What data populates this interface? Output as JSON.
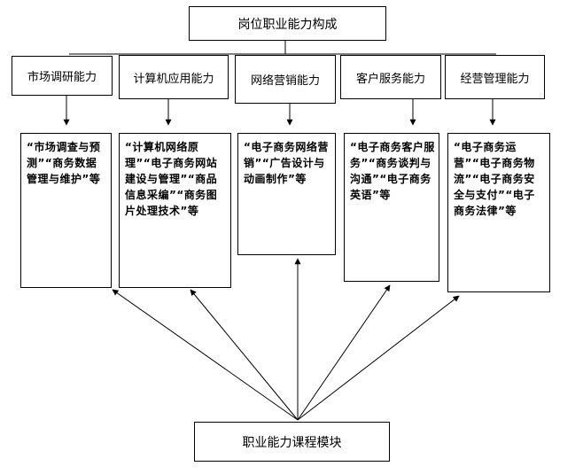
{
  "top": {
    "title": "岗位职业能力构成"
  },
  "bottom": {
    "title": "职业能力课程模块"
  },
  "abilities": [
    {
      "label": "市场调研能力",
      "detail": "“市场调查与预测”“商务数据管理与维护”等"
    },
    {
      "label": "计算机应用能力",
      "detail": "“计算机网络原理”“电子商务网站建设与管理”“商品信息采编”“商务图片处理技术”等"
    },
    {
      "label": "网络营销能力",
      "detail": "“电子商务网络营销”“广告设计与动画制作”等"
    },
    {
      "label": "客户服务能力",
      "detail": "“电子商务客户服务”“商务谈判与沟通”“电子商务英语”等"
    },
    {
      "label": "经营管理能力",
      "detail": "“电子商务运营”“电子商务物流”“电子商务安全与支付”“电子商务法律”等"
    }
  ]
}
